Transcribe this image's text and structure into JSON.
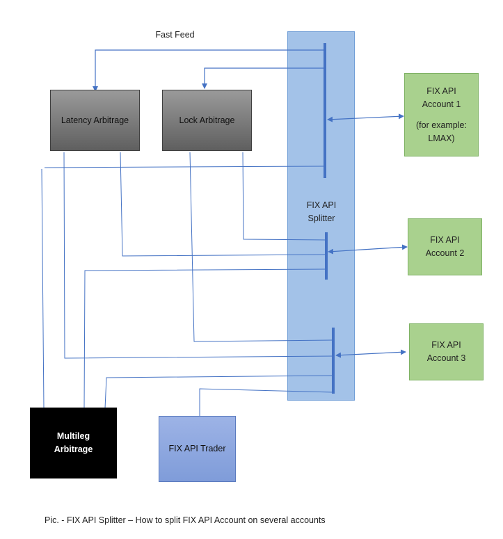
{
  "diagram": {
    "fast_feed_label": "Fast Feed",
    "splitter_label_line1": "FIX API",
    "splitter_label_line2": "Splitter",
    "boxes": {
      "latency_arbitrage": "Latency Arbitrage",
      "lock_arbitrage": "Lock Arbitrage",
      "multileg_line1": "Multileg",
      "multileg_line2": "Arbitrage",
      "fix_api_trader": "FIX API Trader",
      "account1_line1": "FIX API",
      "account1_line2": "Account 1",
      "account1_line3": "(for example:",
      "account1_line4": "LMAX)",
      "account2_line1": "FIX API",
      "account2_line2": "Account 2",
      "account3_line1": "FIX API",
      "account3_line2": "Account 3"
    },
    "caption": "Pic. - FIX API Splitter – How to split FIX API Account on several accounts",
    "colors": {
      "line": "#4472c4",
      "splitter_fill": "#a3c2e8",
      "account_fill": "#a9d18e",
      "strategy_fill": "#7f7f7f",
      "multileg_fill": "#000000",
      "trader_fill": "#8faadc"
    }
  }
}
